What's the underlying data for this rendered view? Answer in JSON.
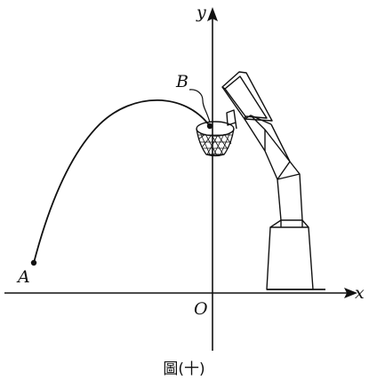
{
  "diagram": {
    "axes": {
      "x_label": "x",
      "y_label": "y",
      "origin_label": "O"
    },
    "points": {
      "a_label": "A",
      "b_label": "B"
    },
    "caption": "圖(十)"
  },
  "colors": {
    "ink": "#111111",
    "background": "#ffffff"
  }
}
